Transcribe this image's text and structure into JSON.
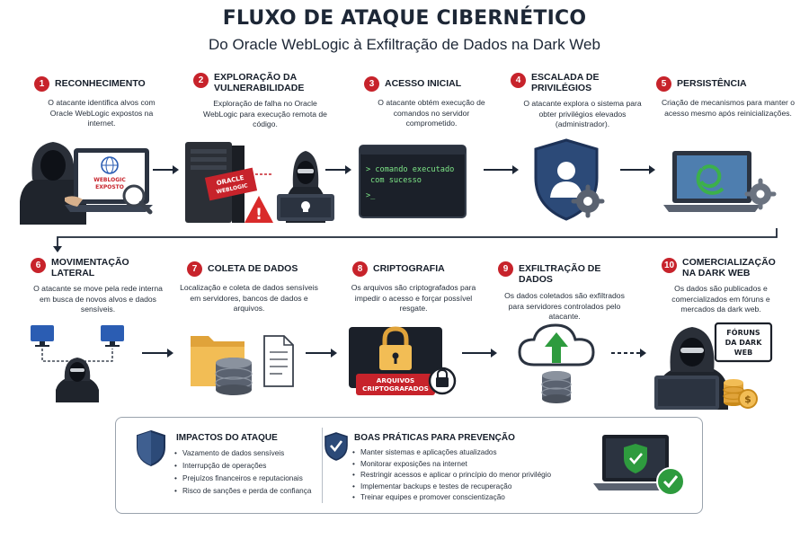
{
  "header": {
    "title": "FLUXO DE ATAQUE CIBERNÉTICO",
    "subtitle": "Do Oracle WebLogic à Exfiltração de Dados na Dark Web"
  },
  "steps": [
    {
      "num": "1",
      "title": "RECONHECIMENTO",
      "desc": "O atacante identifica alvos com Oracle WebLogic expostos na internet."
    },
    {
      "num": "2",
      "title": "EXPLORAÇÃO DA VULNERABILIDADE",
      "desc": "Exploração de falha no Oracle WebLogic para execução remota de código."
    },
    {
      "num": "3",
      "title": "ACESSO INICIAL",
      "desc": "O atacante obtém execução de comandos no servidor comprometido."
    },
    {
      "num": "4",
      "title": "ESCALADA DE PRIVILÉGIOS",
      "desc": "O atacante explora o sistema para obter privilégios elevados (administrador)."
    },
    {
      "num": "5",
      "title": "PERSISTÊNCIA",
      "desc": "Criação de mecanismos para manter o acesso mesmo após reinicializações."
    },
    {
      "num": "6",
      "title": "MOVIMENTAÇÃO LATERAL",
      "desc": "O atacante se move pela rede interna em busca de novos alvos e dados sensíveis."
    },
    {
      "num": "7",
      "title": "COLETA DE DADOS",
      "desc": "Localização e coleta de dados sensíveis em servidores, bancos de dados e arquivos."
    },
    {
      "num": "8",
      "title": "CRIPTOGRAFIA",
      "desc": "Os arquivos são criptografados para impedir o acesso e forçar possível resgate."
    },
    {
      "num": "9",
      "title": "EXFILTRAÇÃO DE DADOS",
      "desc": "Os dados coletados são exfiltrados para servidores controlados pelo atacante."
    },
    {
      "num": "10",
      "title": "COMERCIALIZAÇÃO NA DARK WEB",
      "desc": "Os dados são publicados e comercializados em fóruns e mercados da dark web."
    }
  ],
  "illustrations": {
    "recon_screen_line1": "WEBLOGIC",
    "recon_screen_line2": "EXPOSTO",
    "server_label_line1": "ORACLE",
    "server_label_line2": "WEBLOGIC",
    "terminal_line1": "> comando executado",
    "terminal_line2": "com sucesso",
    "terminal_prompt": ">_",
    "encrypted_label_line1": "ARQUIVOS",
    "encrypted_label_line2": "CRIPTOGRAFADOS",
    "forum_label_line1": "FÓRUNS",
    "forum_label_line2": "DA DARK",
    "forum_label_line3": "WEB"
  },
  "impacts": {
    "title": "IMPACTOS DO ATAQUE",
    "items": [
      "Vazamento de dados sensíveis",
      "Interrupção de operações",
      "Prejuízos financeiros e reputacionais",
      "Risco de sanções e perda de confiança"
    ]
  },
  "practices": {
    "title": "BOAS PRÁTICAS PARA PREVENÇÃO",
    "items": [
      "Manter sistemas e aplicações atualizados",
      "Monitorar exposições na internet",
      "Restringir acessos e aplicar o princípio do menor privilégio",
      "Implementar backups e testes de recuperação",
      "Treinar equipes e promover conscientização"
    ]
  },
  "colors": {
    "accent_red": "#c7232b",
    "dark_navy": "#1d2736",
    "shield_blue": "#2c4a78",
    "success_green": "#2e9b3e",
    "terminal_green": "#7ee787"
  }
}
